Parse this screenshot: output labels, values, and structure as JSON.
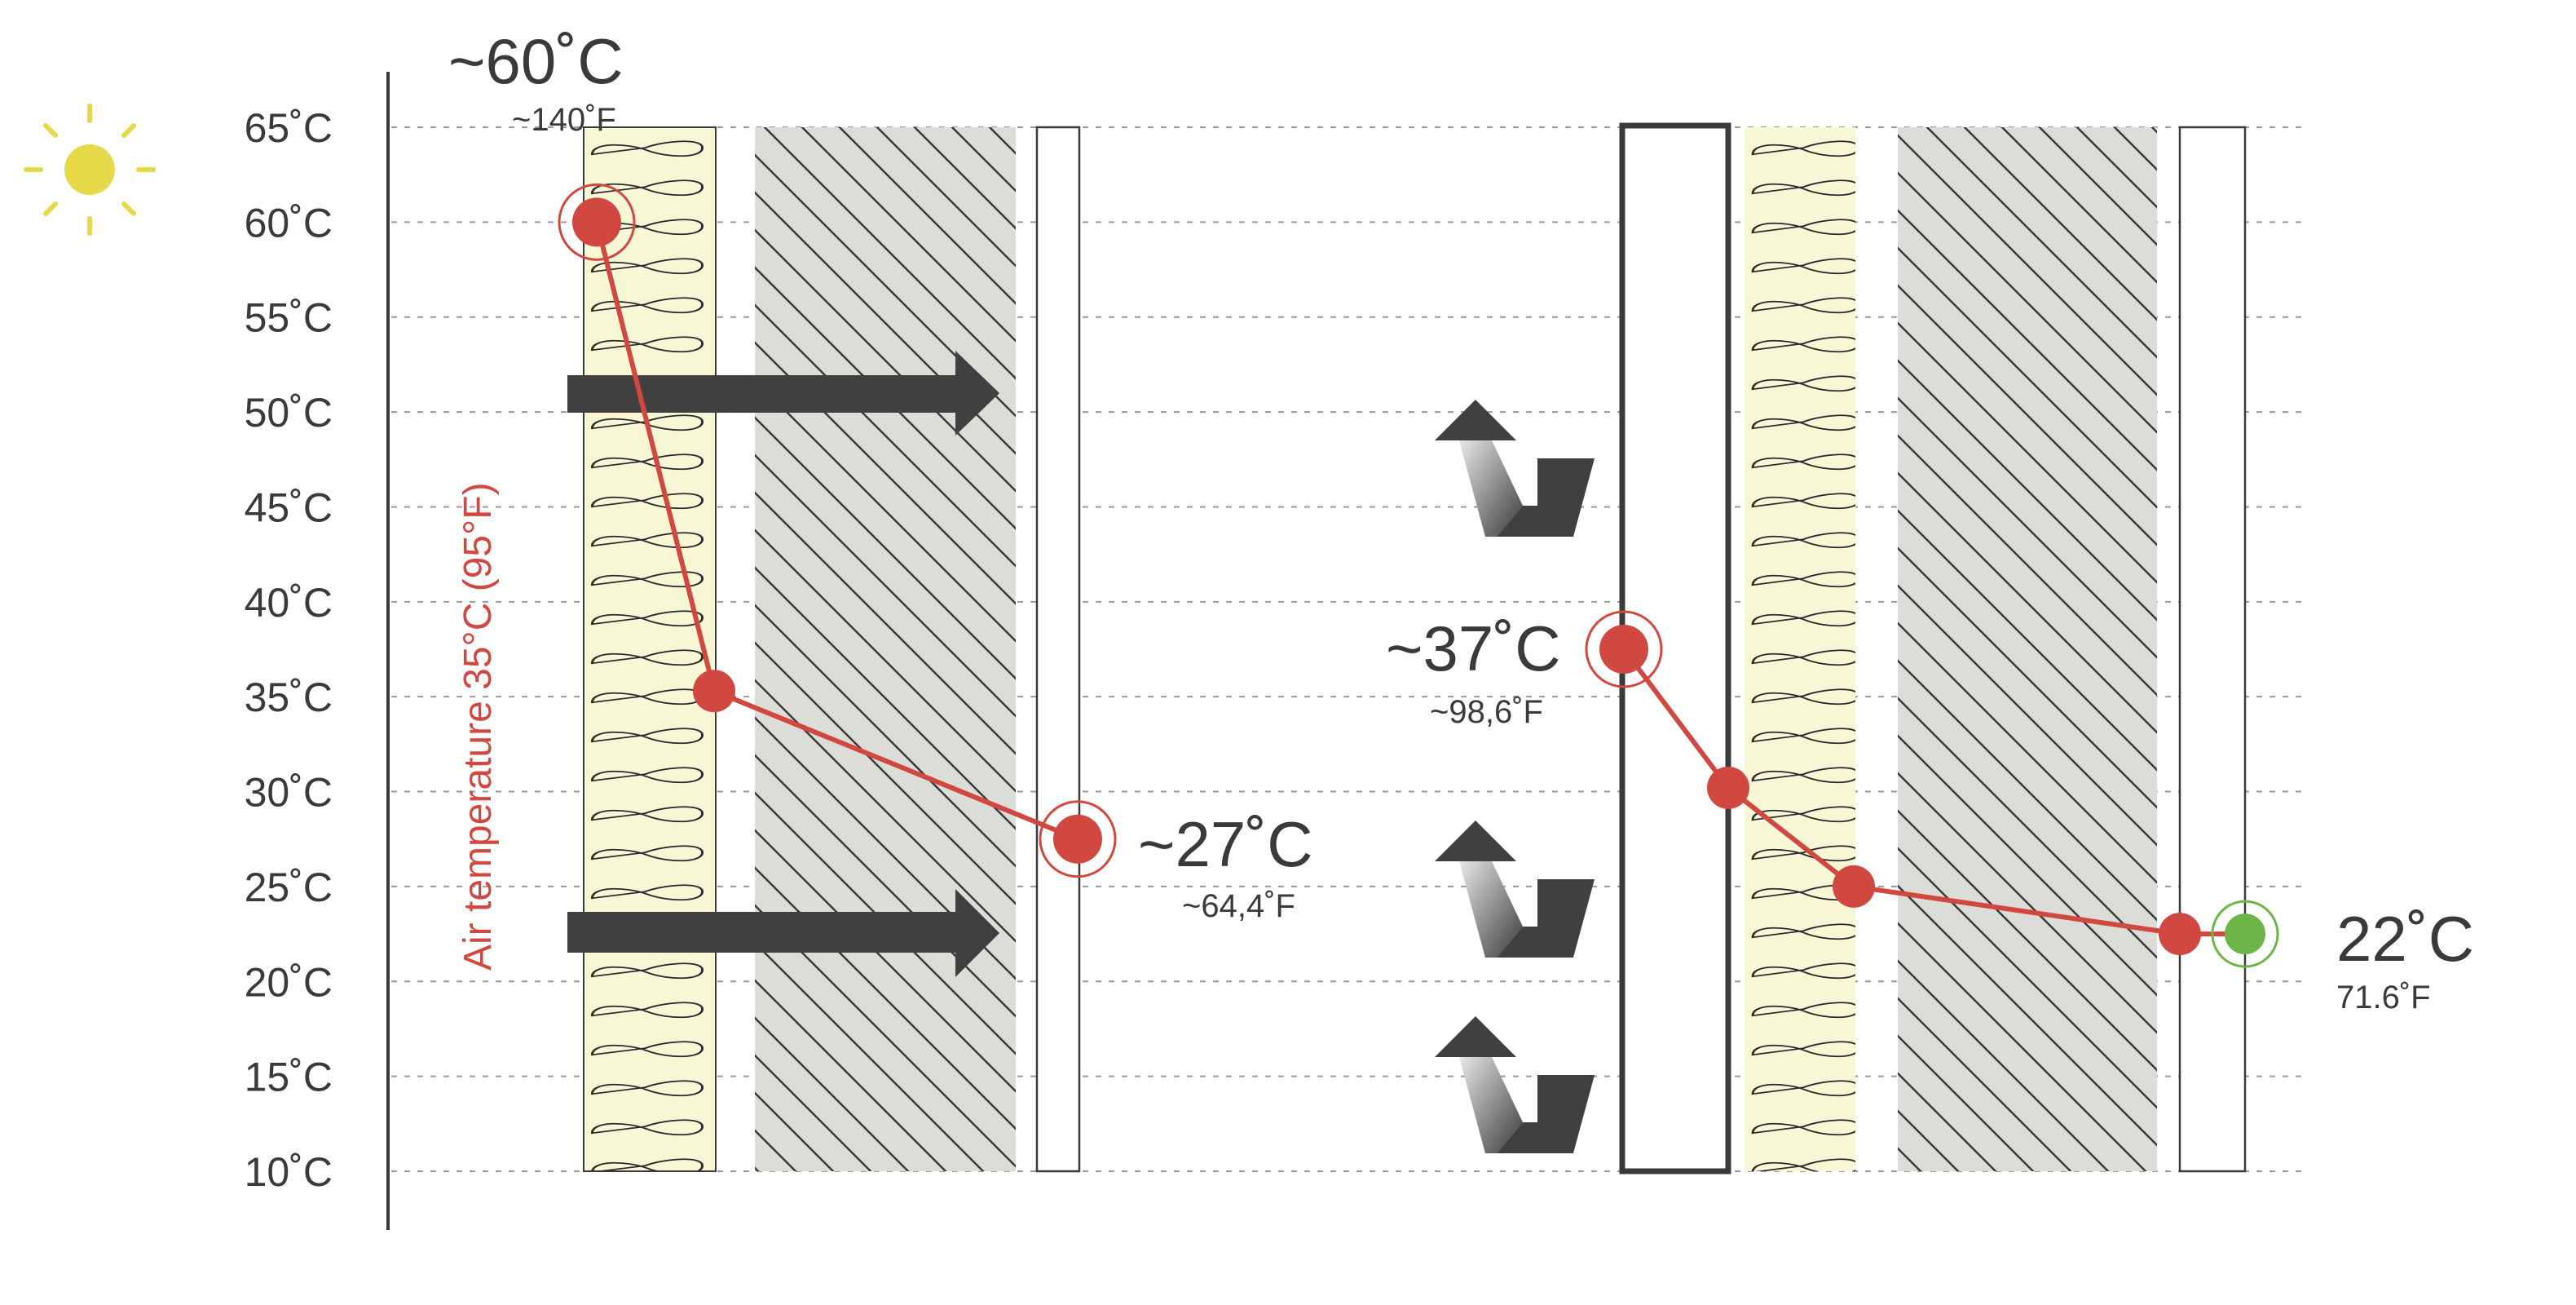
{
  "y_axis": {
    "unit": "°C",
    "ticks": [
      "65˚C",
      "60˚C",
      "55˚C",
      "50˚C",
      "45˚C",
      "40˚C",
      "35˚C",
      "30˚C",
      "25˚C",
      "20˚C",
      "15˚C",
      "10˚C"
    ],
    "tick_values": [
      65,
      60,
      55,
      50,
      45,
      40,
      35,
      30,
      25,
      20,
      15,
      10
    ]
  },
  "air_temperature_label": "Air temperature 35°C (95°F)",
  "left_wall": {
    "outer_surface": {
      "celsius": "~60˚C",
      "fahrenheit": "~140˚F",
      "value": 60
    },
    "interface_value": 35.3,
    "inner_surface": {
      "celsius": "~27˚C",
      "fahrenheit": "~64,4˚F",
      "value": 27.5
    }
  },
  "right_wall": {
    "cladding_surface": {
      "celsius": "~37˚C",
      "fahrenheit": "~98,6˚F",
      "value": 37.5
    },
    "interface_values": [
      30.2,
      25
    ],
    "interior_edge_value": 22.5,
    "room": {
      "celsius": "22˚C",
      "fahrenheit": "71.6˚F",
      "value": 22.5
    }
  },
  "colors": {
    "line": "#d0483f",
    "insulation": "#f7f7d6",
    "masonry": "#dcdcd8",
    "arrow": "#404040",
    "sun": "#e6d94a",
    "room_point": "#6db548"
  },
  "icons": [
    "sun-icon",
    "heat-flow-arrow",
    "ventilation-arrow"
  ]
}
